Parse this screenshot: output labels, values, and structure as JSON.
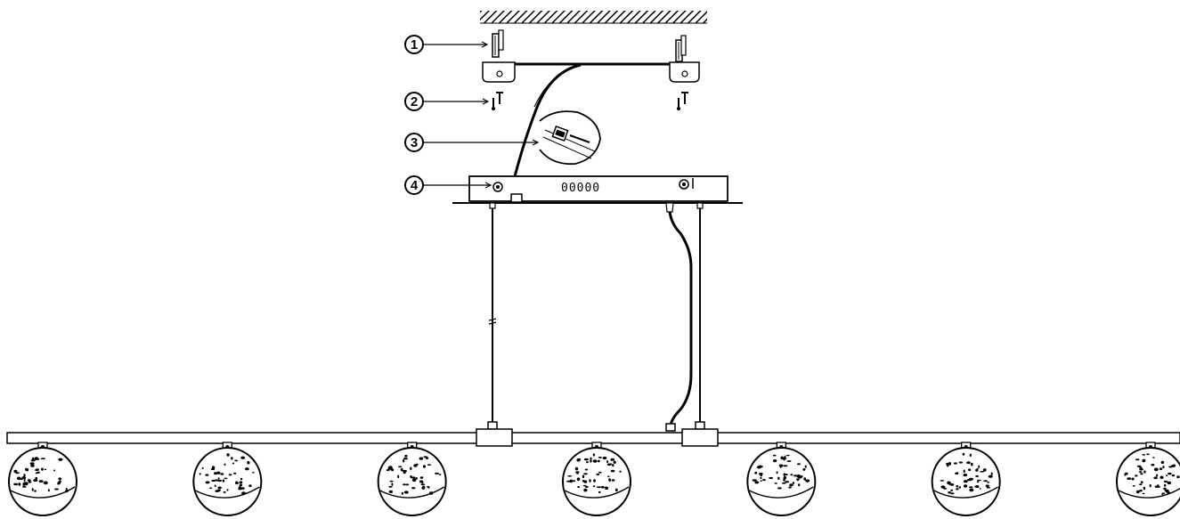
{
  "callouts": [
    {
      "num": "1"
    },
    {
      "num": "2"
    },
    {
      "num": "3"
    },
    {
      "num": "4"
    }
  ],
  "canopy_label": "00000",
  "globe_count": 7,
  "colors": {
    "ink": "#000000",
    "background": "#ffffff"
  }
}
